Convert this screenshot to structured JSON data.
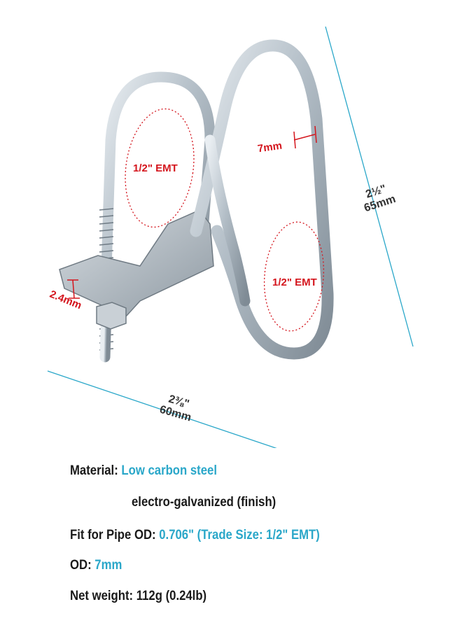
{
  "diagram": {
    "labels": {
      "emt_left": "1/2\" EMT",
      "emt_right": "1/2\" EMT",
      "rod_diameter": "7mm",
      "plate_thickness": "2.4mm",
      "height_inch": "2½\"",
      "height_mm": "65mm",
      "width_inch": "2⅜\"",
      "width_mm": "60mm"
    },
    "colors": {
      "dimension_line": "#2aa7c9",
      "callout": "#d4151d",
      "steel": "#b9c3cc"
    }
  },
  "specs": {
    "material_key": "Material:",
    "material_val": "Low carbon steel",
    "finish": "electro-galvanized (finish)",
    "fit_key": "Fit for Pipe OD:",
    "fit_val": "0.706\" (Trade Size: 1/2\" EMT)",
    "od_key": "OD:",
    "od_val": "7mm",
    "weight": "Net weight: 112g (0.24lb)"
  }
}
